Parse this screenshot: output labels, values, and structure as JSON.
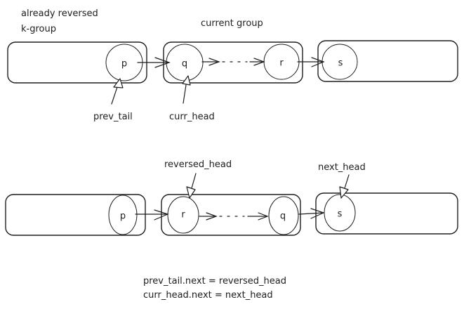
{
  "top": {
    "group_labels": {
      "already_reversed_line1": "already reversed",
      "already_reversed_line2": "k-group",
      "current_group": "current group"
    },
    "nodes": [
      "p",
      "q",
      "r",
      "s"
    ],
    "pointers": {
      "prev_tail": "prev_tail",
      "curr_head": "curr_head"
    },
    "ellipsis": "· · · ·"
  },
  "bottom": {
    "nodes": [
      "p",
      "r",
      "q",
      "s"
    ],
    "pointers": {
      "reversed_head": "reversed_head",
      "next_head": "next_head"
    }
  },
  "code": {
    "line1": "prev_tail.next = reversed_head",
    "line2": "curr_head.next = next_head"
  }
}
